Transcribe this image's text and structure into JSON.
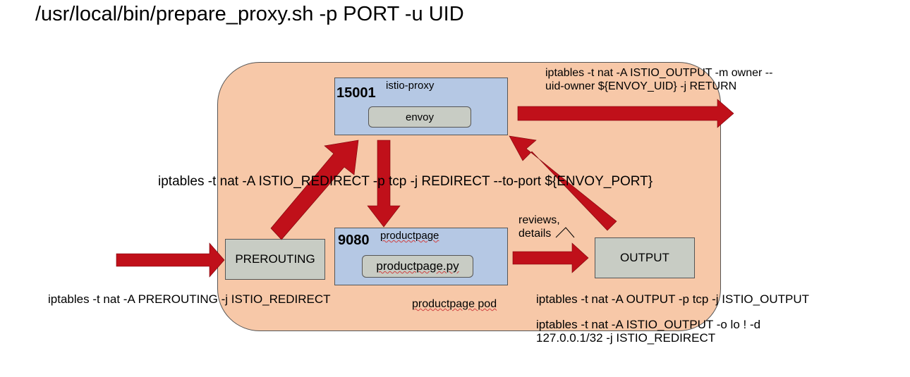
{
  "title": "/usr/local/bin/prepare_proxy.sh -p PORT -u UID",
  "pod": {
    "label": "productpage pod"
  },
  "proxy_box": {
    "port": "15001",
    "name": "istio-proxy",
    "inner": "envoy"
  },
  "app_box": {
    "port": "9080",
    "name": "productpage",
    "inner": "productpage.py"
  },
  "prerouting": {
    "label": "PREROUTING"
  },
  "output": {
    "label": "OUTPUT"
  },
  "outbound_label": {
    "line1": "reviews,",
    "line2": "details"
  },
  "commands": {
    "return_rule_1": "iptables -t nat -A ISTIO_OUTPUT -m owner --",
    "return_rule_2": "uid-owner ${ENVOY_UID} -j RETURN",
    "redirect_rule": "iptables -t nat -A ISTIO_REDIRECT -p tcp -j REDIRECT --to-port ${ENVOY_PORT}",
    "prerouting_rule": "iptables -t nat -A PREROUTING -j ISTIO_REDIRECT",
    "output_rule": "iptables -t nat -A OUTPUT -p tcp -j ISTIO_OUTPUT",
    "lo_rule_1": "iptables -t nat -A ISTIO_OUTPUT -o lo ! -d",
    "lo_rule_2": "127.0.0.1/32 -j ISTIO_REDIRECT"
  },
  "colors": {
    "pod_fill": "#f7c8a8",
    "proxy_fill": "#b5c8e4",
    "gray_fill": "#c8ccc4",
    "arrow": "#c0101a"
  }
}
